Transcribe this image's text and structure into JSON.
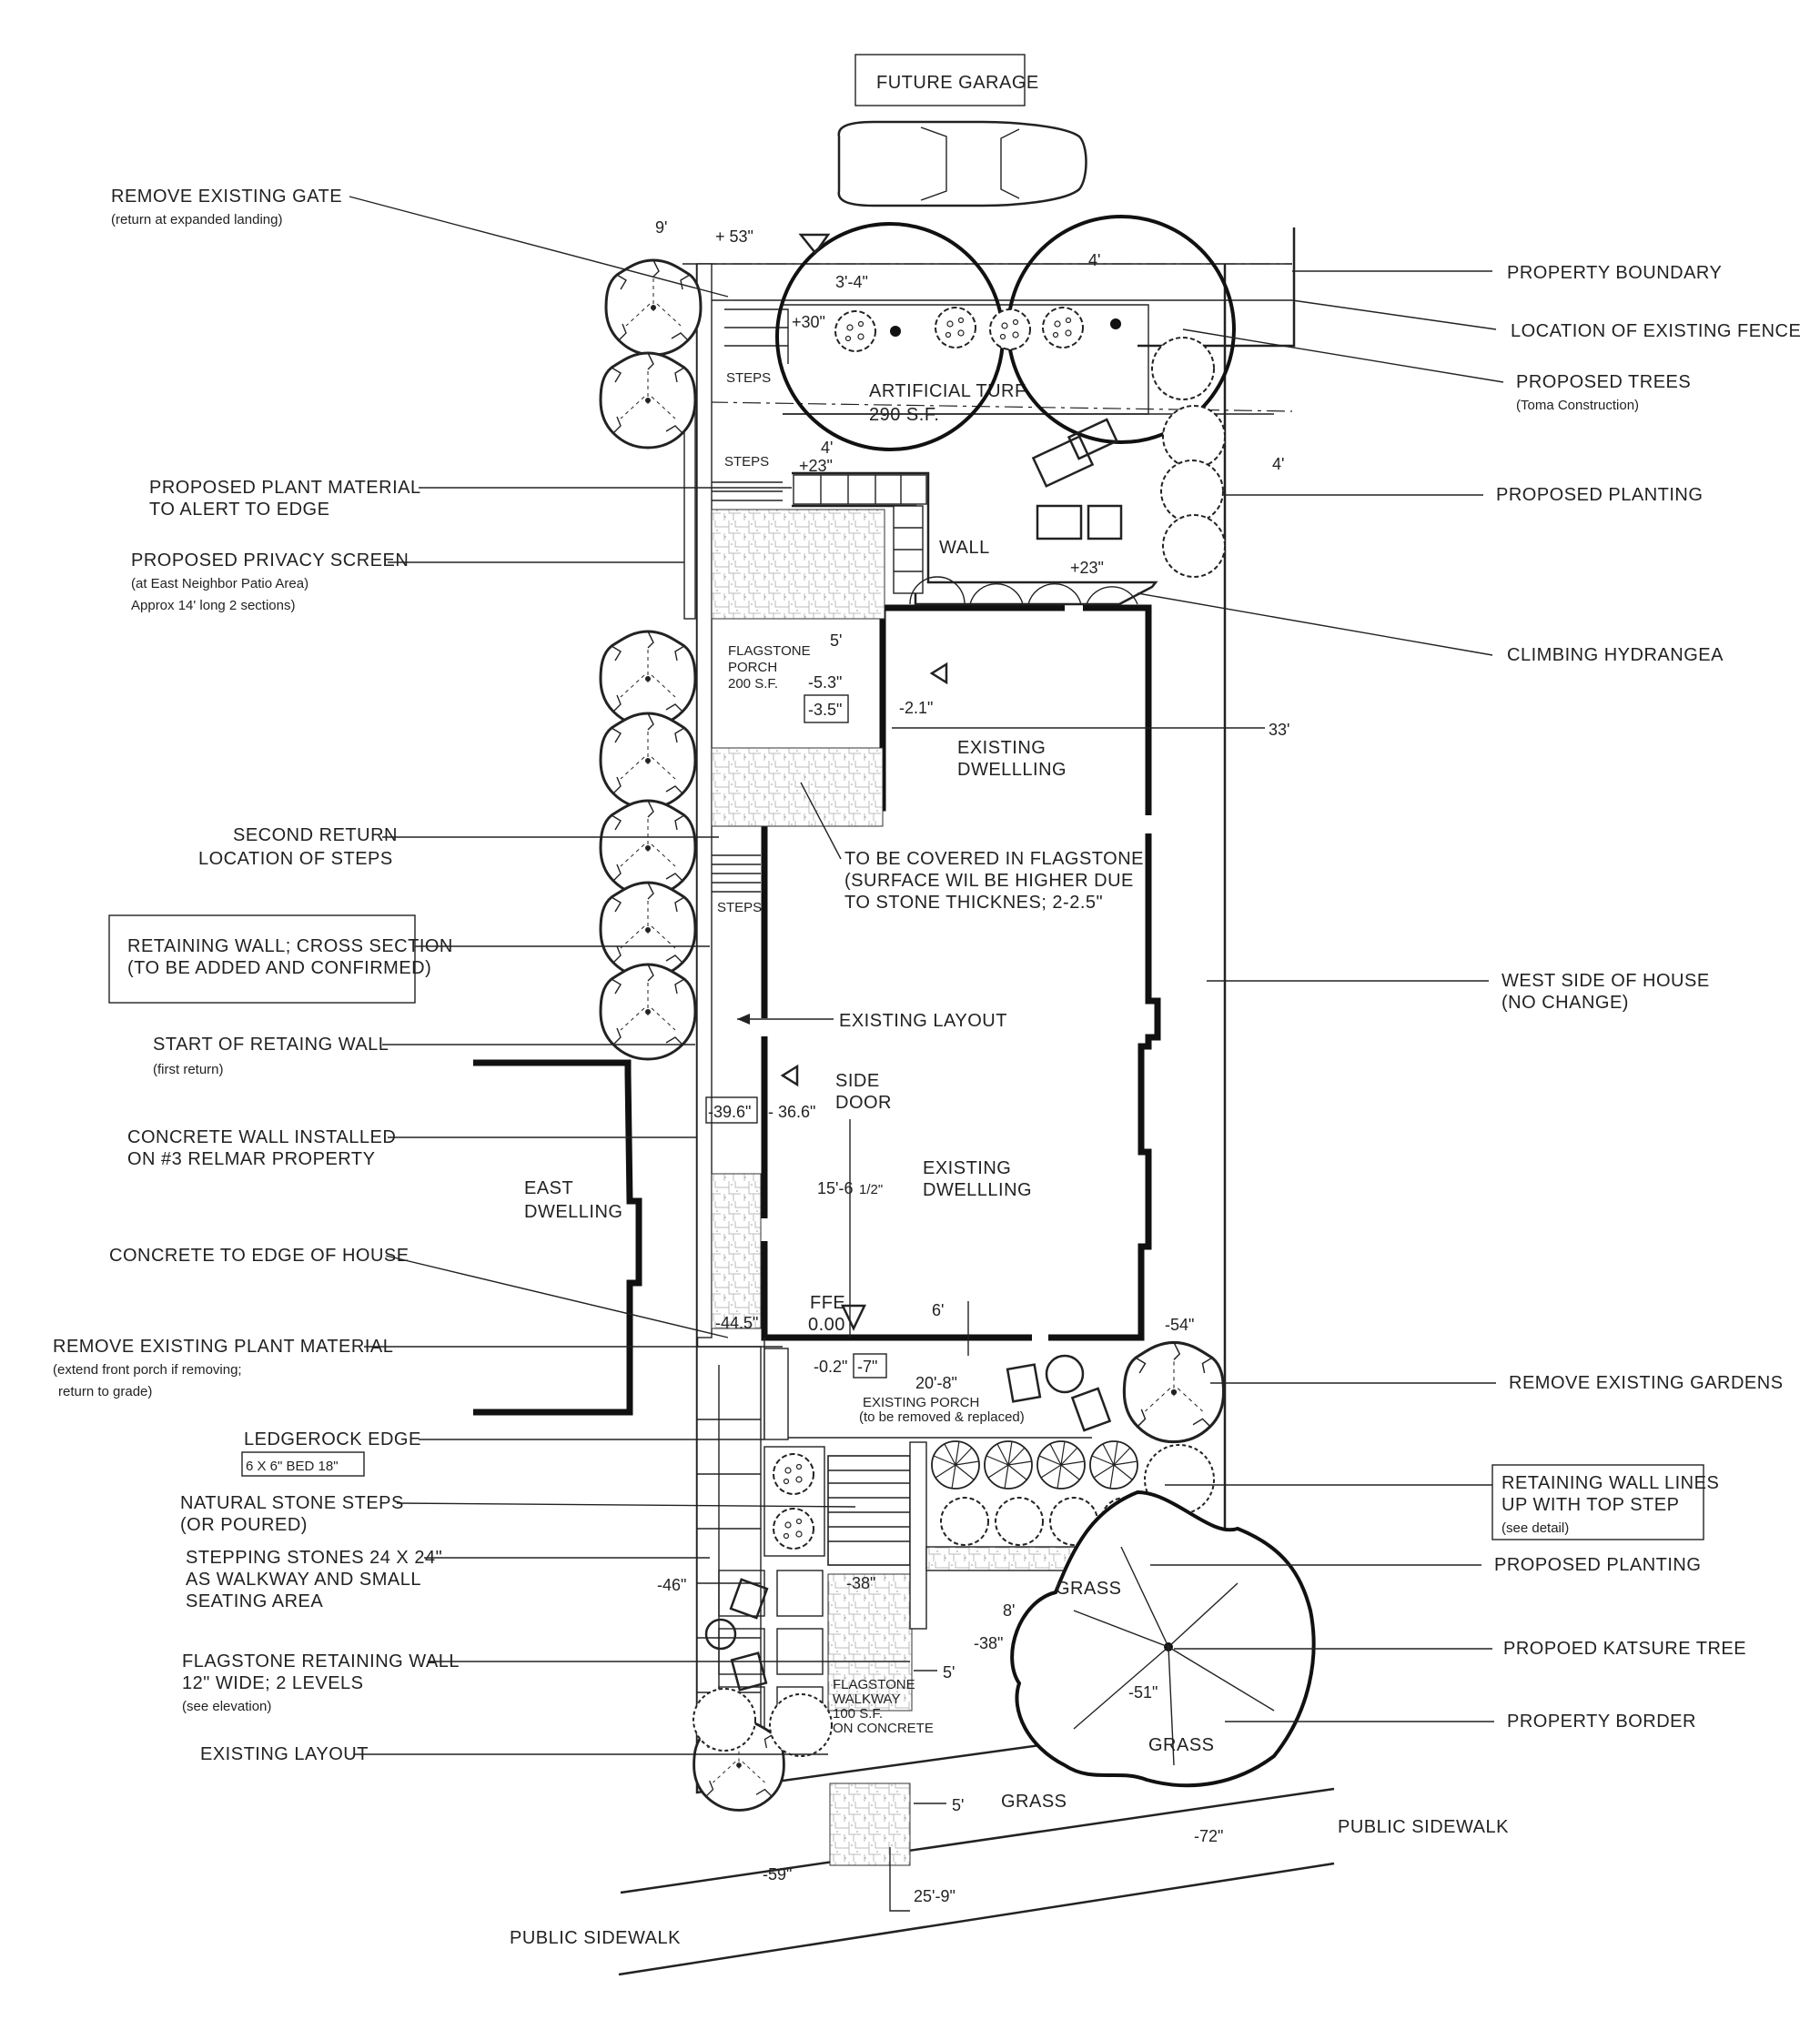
{
  "top": {
    "future_garage": "FUTURE GARAGE"
  },
  "callouts_left": {
    "remove_gate_1": "REMOVE EXISTING GATE",
    "remove_gate_2": "(return at expanded landing)",
    "plant_alert_1": "PROPOSED PLANT MATERIAL",
    "plant_alert_2": "TO ALERT TO EDGE",
    "privacy_1": "PROPOSED PRIVACY SCREEN",
    "privacy_2": "(at East Neighbor Patio Area)",
    "privacy_3": "Approx 14' long 2 sections)",
    "second_return_1": "SECOND RETURN",
    "second_return_2": "LOCATION OF STEPS",
    "retaining_cross_1": "RETAINING WALL; CROSS SECTION",
    "retaining_cross_2": "(TO BE ADDED AND CONFIRMED)",
    "start_wall_1": "START OF RETAING WALL",
    "start_wall_2": "(first return)",
    "concrete_wall_1": "CONCRETE WALL INSTALLED",
    "concrete_wall_2": "ON #3 RELMAR PROPERTY",
    "concrete_edge": "CONCRETE TO EDGE OF HOUSE",
    "remove_plant_1": "REMOVE EXISTING PLANT MATERIAL",
    "remove_plant_2": "(extend front porch if removing;",
    "remove_plant_3": "return to grade)",
    "ledgerock_1": "LEDGEROCK EDGE",
    "ledgerock_2": "6 X 6\" BED 18\"",
    "natural_steps_1": "NATURAL STONE STEPS",
    "natural_steps_2": "(OR POURED)",
    "stepping_1": "STEPPING STONES 24 X 24\"",
    "stepping_2": "AS WALKWAY AND SMALL",
    "stepping_3": "SEATING AREA",
    "flag_wall_1": "FLAGSTONE RETAINING WALL",
    "flag_wall_2": "12\" WIDE; 2 LEVELS",
    "flag_wall_3": "(see elevation)",
    "existing_layout": "EXISTING LAYOUT"
  },
  "callouts_right": {
    "property_boundary": "PROPERTY BOUNDARY",
    "existing_fence": "LOCATION OF EXISTING FENCE",
    "proposed_trees_1": "PROPOSED TREES",
    "proposed_trees_2": "(Toma Construction)",
    "proposed_planting_1": "PROPOSED PLANTING",
    "climbing": "CLIMBING HYDRANGEA",
    "west_side_1": "WEST SIDE OF HOUSE",
    "west_side_2": "(NO CHANGE)",
    "remove_gardens": "REMOVE EXISTING GARDENS",
    "retaining_lines_1": "RETAINING WALL LINES",
    "retaining_lines_2": "UP WITH TOP STEP",
    "retaining_lines_3": "(see detail)",
    "proposed_planting_2": "PROPOSED PLANTING",
    "katsure": "PROPOED KATSURE TREE",
    "property_border": "PROPERTY BORDER"
  },
  "plan_labels": {
    "artificial_turf": "ARTIFICIAL TURF",
    "turf_area": "290 S.F.",
    "steps": "STEPS",
    "wall": "WALL",
    "flagstone_porch_1": "FLAGSTONE",
    "flagstone_porch_2": "PORCH",
    "flagstone_porch_3": "200 S.F.",
    "existing_dwelling": "EXISTING",
    "dwelling": "DWELLLING",
    "covered_1": "TO BE COVERED IN FLAGSTONE",
    "covered_2": "(SURFACE WIL BE HIGHER DUE",
    "covered_3": "TO STONE THICKNES; 2-2.5\"",
    "existing_layout_mid": "EXISTING LAYOUT",
    "side": "SIDE",
    "door": "DOOR",
    "east": "EAST",
    "east_dwelling": "DWELLING",
    "ffe": "FFE",
    "ffe_val": "0.00",
    "existing_porch_1": "EXISTING PORCH",
    "existing_porch_2": "(to be removed & replaced)",
    "grass": "GRASS",
    "flag_walk_1": "FLAGSTONE",
    "flag_walk_2": "WALKWAY",
    "flag_walk_3": "100 S.F.",
    "flag_walk_4": "ON CONCRETE",
    "public_sidewalk": "PUBLIC SIDEWALK"
  },
  "dimensions": {
    "d_9": "9'",
    "d_plus53": "+ 53\"",
    "d_3_4": "3'-4\"",
    "d_4a": "4'",
    "d_plus30": "+30\"",
    "d_4b": "4'",
    "d_plus23a": "+23\"",
    "d_4c": "4'",
    "d_plus23b": "+23\"",
    "d_5a": "5'",
    "d_m53": "-5.3\"",
    "d_m35": "-3.5\"",
    "d_m21": "-2.1\"",
    "d_33": "33'",
    "d_m396": "-39.6\"",
    "d_m366": "- 36.6\"",
    "d_15_6": "15'-6",
    "d_half": "1/2\"",
    "d_m445": "-44.5\"",
    "d_6": "6'",
    "d_m02": "-0.2\"",
    "d_m7": "-7\"",
    "d_20_8": "20'-8\"",
    "d_m54": "-54\"",
    "d_m46": "-46\"",
    "d_m38a": "-38\"",
    "d_8": "8'",
    "d_m38b": "-38\"",
    "d_5b": "5'",
    "d_m51": "-51\"",
    "d_5c": "5'",
    "d_m72": "-72\"",
    "d_m59": "-59\"",
    "d_25_9": "25'-9\""
  }
}
